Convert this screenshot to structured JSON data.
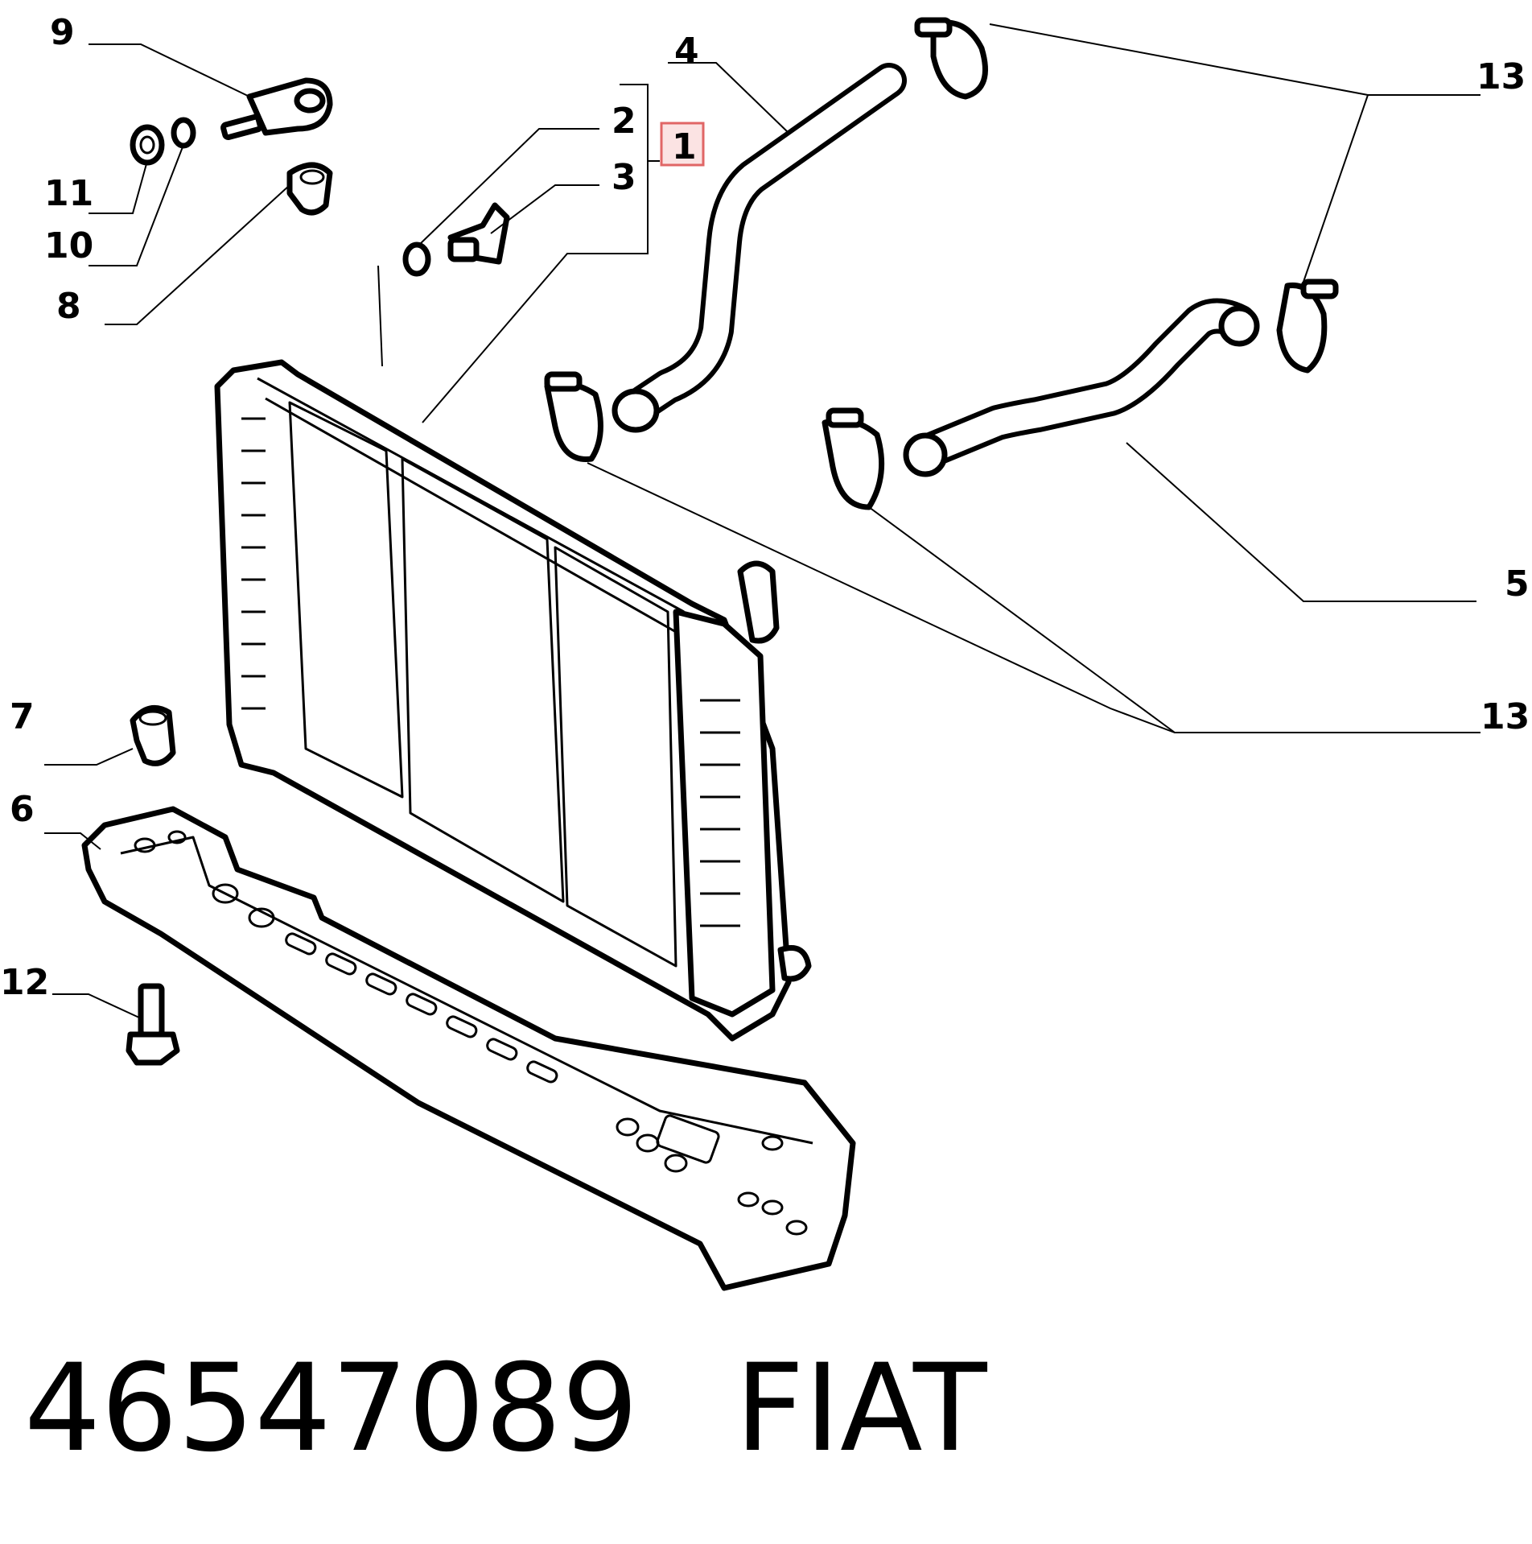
{
  "callouts": {
    "c1": "1",
    "c2": "2",
    "c3": "3",
    "c4": "4",
    "c5": "5",
    "c6": "6",
    "c7": "7",
    "c8": "8",
    "c9": "9",
    "c10": "10",
    "c11": "11",
    "c12": "12",
    "c13a": "13",
    "c13b": "13"
  },
  "highlight_color": "#e06666",
  "caption": {
    "part_number": "46547089",
    "brand": "FIAT"
  }
}
